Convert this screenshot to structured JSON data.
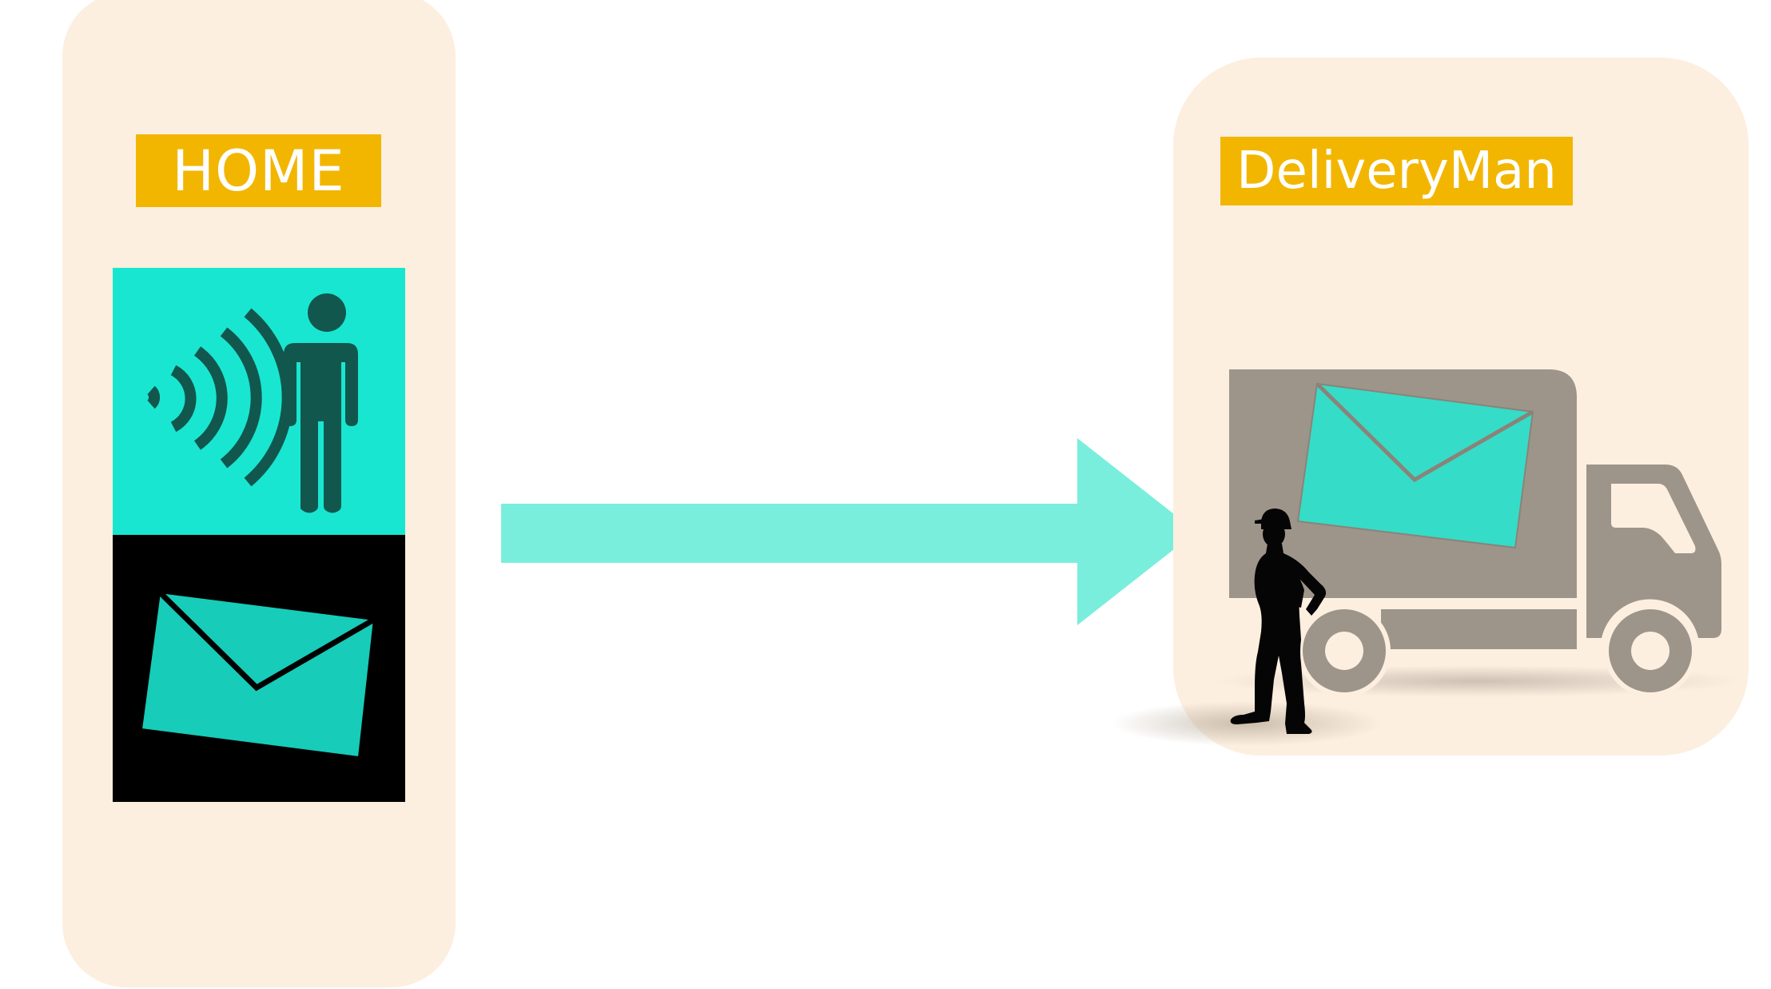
{
  "home": {
    "label": "HOME",
    "sensor_icons": [
      "wifi-signal-icon",
      "person-icon"
    ],
    "mail_icon": "envelope-icon"
  },
  "delivery": {
    "label": "DeliveryMan",
    "icons": [
      "delivery-truck-icon",
      "envelope-icon",
      "delivery-man-silhouette"
    ]
  },
  "arrow": {
    "direction": "right",
    "color": "#7aeedc"
  },
  "colors": {
    "panel_bg": "#fdefe0",
    "label_bg": "#f2b600",
    "label_text": "#ffffff",
    "sensor_bg": "#19e6d1",
    "sensor_icon": "#11574e",
    "mail_bg": "#000000",
    "envelope": "#17ccb8",
    "truck": "#9e958a"
  }
}
